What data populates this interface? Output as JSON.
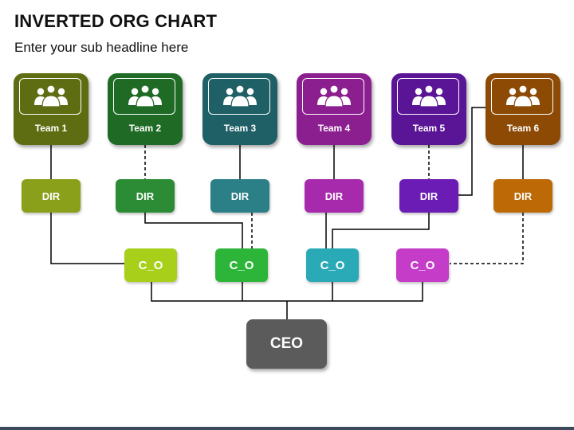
{
  "title": "INVERTED ORG CHART",
  "subtitle": "Enter your sub headline here",
  "teams": [
    {
      "label": "Team 1",
      "color": "#5f6d12",
      "icon": "people-group-icon"
    },
    {
      "label": "Team 2",
      "color": "#1f6b25",
      "icon": "people-group-icon"
    },
    {
      "label": "Team 3",
      "color": "#1f5f66",
      "icon": "people-group-icon"
    },
    {
      "label": "Team 4",
      "color": "#8c1f90",
      "icon": "people-group-icon"
    },
    {
      "label": "Team 5",
      "color": "#5a1496",
      "icon": "people-group-icon"
    },
    {
      "label": "Team 6",
      "color": "#8c4a05",
      "icon": "people-group-icon"
    }
  ],
  "directors": [
    {
      "label": "DIR",
      "color": "#8aa01a"
    },
    {
      "label": "DIR",
      "color": "#2c8c36"
    },
    {
      "label": "DIR",
      "color": "#2b7f87"
    },
    {
      "label": "DIR",
      "color": "#a82aac"
    },
    {
      "label": "DIR",
      "color": "#6a1cb5"
    },
    {
      "label": "DIR",
      "color": "#bd6a06"
    }
  ],
  "chief_officers": [
    {
      "label": "C_O",
      "color": "#a8d01a"
    },
    {
      "label": "C_O",
      "color": "#2db53a"
    },
    {
      "label": "C_O",
      "color": "#2aaab6"
    },
    {
      "label": "C_O",
      "color": "#c43cc8"
    }
  ],
  "ceo": {
    "label": "CEO",
    "color": "#5b5b5b"
  },
  "footer_color": "#3b4a5a"
}
